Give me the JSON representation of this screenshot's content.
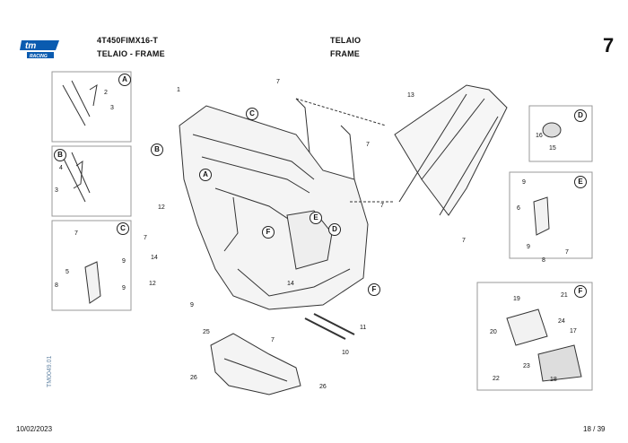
{
  "header": {
    "logo_text": "tm",
    "logo_sub": "RACING",
    "model": "4T450FIMX16-T",
    "section_it": "TELAIO - FRAME",
    "title_it": "TELAIO",
    "title_en": "FRAME",
    "page_number": "7"
  },
  "footer": {
    "date": "10/02/2023",
    "page": "18 / 39",
    "drawing_code": "TM0049.01"
  },
  "callouts": {
    "A": "A",
    "B": "B",
    "C": "C",
    "D": "D",
    "E": "E",
    "F": "F"
  },
  "part_numbers": [
    "1",
    "2",
    "3",
    "4",
    "5",
    "6",
    "7",
    "8",
    "9",
    "10",
    "11",
    "12",
    "13",
    "14",
    "15",
    "16",
    "17",
    "18",
    "19",
    "20",
    "21",
    "22",
    "23",
    "24",
    "25",
    "26"
  ]
}
